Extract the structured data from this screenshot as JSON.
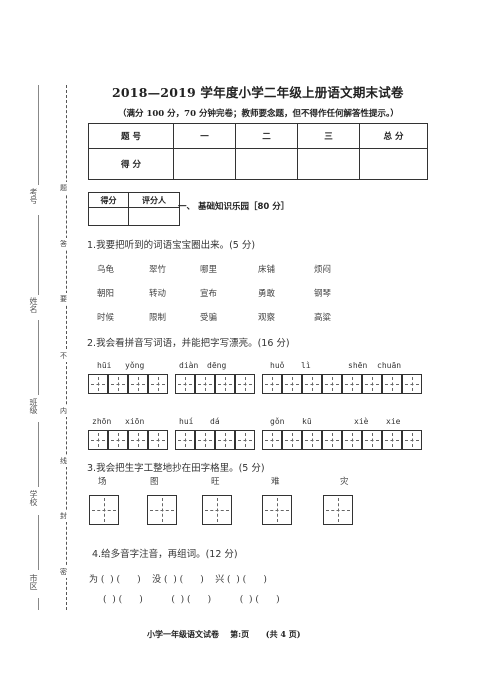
{
  "side_labels": {
    "exam_no": "考号",
    "name": "姓名",
    "class": "班级",
    "school": "学校",
    "district": "市区"
  },
  "cut_chars": [
    "题",
    "答",
    "要",
    "不",
    "内",
    "线",
    "封",
    "密"
  ],
  "title": "2018—2019 学年度小学二年级上册语文期末试卷",
  "subtitle": "（满分 100 分，70 分钟完卷；教师要念题，但不得作任何解答性提示。）",
  "score_table": {
    "headers": [
      "题  号",
      "一",
      "二",
      "三",
      "总    分"
    ],
    "row_label": "得  分"
  },
  "grader_table": {
    "score": "得分",
    "grader": "评分人"
  },
  "section1": "一、  基础知识乐园［80 分］",
  "q1": {
    "prompt": "1.我要把听到的词语宝宝圈出来。(5 分)",
    "rows": [
      [
        "乌龟",
        "翠竹",
        "哪里",
        "床铺",
        "烦闷"
      ],
      [
        "朝阳",
        "转动",
        "宣布",
        "勇敢",
        "钢琴"
      ],
      [
        "时候",
        "限制",
        "受骗",
        "观察",
        "高粱"
      ]
    ]
  },
  "q2": {
    "prompt": "2.我会看拼音写词语，并能把字写漂亮。(16 分)",
    "row1": [
      "hūi",
      "yǒng",
      "diàn",
      "dēng",
      "huǒ",
      "lì",
      "shēn",
      "chuān"
    ],
    "row2": [
      "zhōn",
      "xiōn",
      "huí",
      "dá",
      "gǒn",
      "kū",
      "xiè",
      "xie"
    ]
  },
  "q3": {
    "prompt": "3.我会把生字工整地抄在田字格里。(5 分)",
    "chars": [
      "场",
      "图",
      "旺",
      "难",
      "灾"
    ]
  },
  "q4": {
    "prompt": "4.给多音字注音，再组词。(12 分)",
    "line1": "为 (  ) (      )    没 (  ) (      )    兴 (  ) (      )",
    "line2": "(  ) (      )          (  ) (      )          (  ) (      )"
  },
  "footer": "小学一年级语文试卷    第:页      (共 4 页)"
}
